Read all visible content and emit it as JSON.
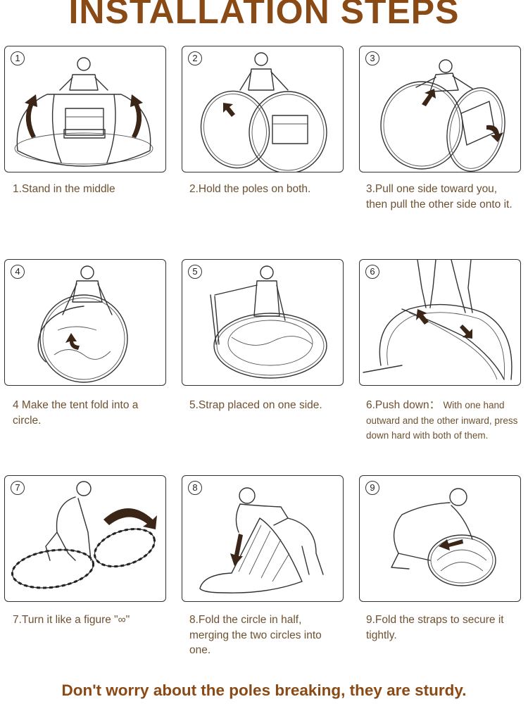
{
  "title": "INSTALLATION STEPS",
  "steps": [
    {
      "number": "1",
      "caption": "1.Stand in the middle"
    },
    {
      "number": "2",
      "caption": "2.Hold the poles on both."
    },
    {
      "number": "3",
      "caption": "3.Pull one side toward you, then pull the other side onto it."
    },
    {
      "number": "4",
      "caption": "4 Make the tent fold into a circle."
    },
    {
      "number": "5",
      "caption": "5.Strap placed on one side."
    },
    {
      "number": "6",
      "caption_main": "6.Push down：",
      "caption_small": "With one hand outward and the other inward, press down hard with both of them."
    },
    {
      "number": "7",
      "caption": "7.Turn it like a figure \"∞\""
    },
    {
      "number": "8",
      "caption": "8.Fold the circle in half, merging the two circles into one."
    },
    {
      "number": "9",
      "caption": "9.Fold the straps to secure it tightly."
    }
  ],
  "footer": "Don't worry about the poles breaking, they are sturdy.",
  "colors": {
    "title": "#8a4a16",
    "caption": "#6d5130",
    "arrow": "#3a2516",
    "outline": "#333333"
  }
}
